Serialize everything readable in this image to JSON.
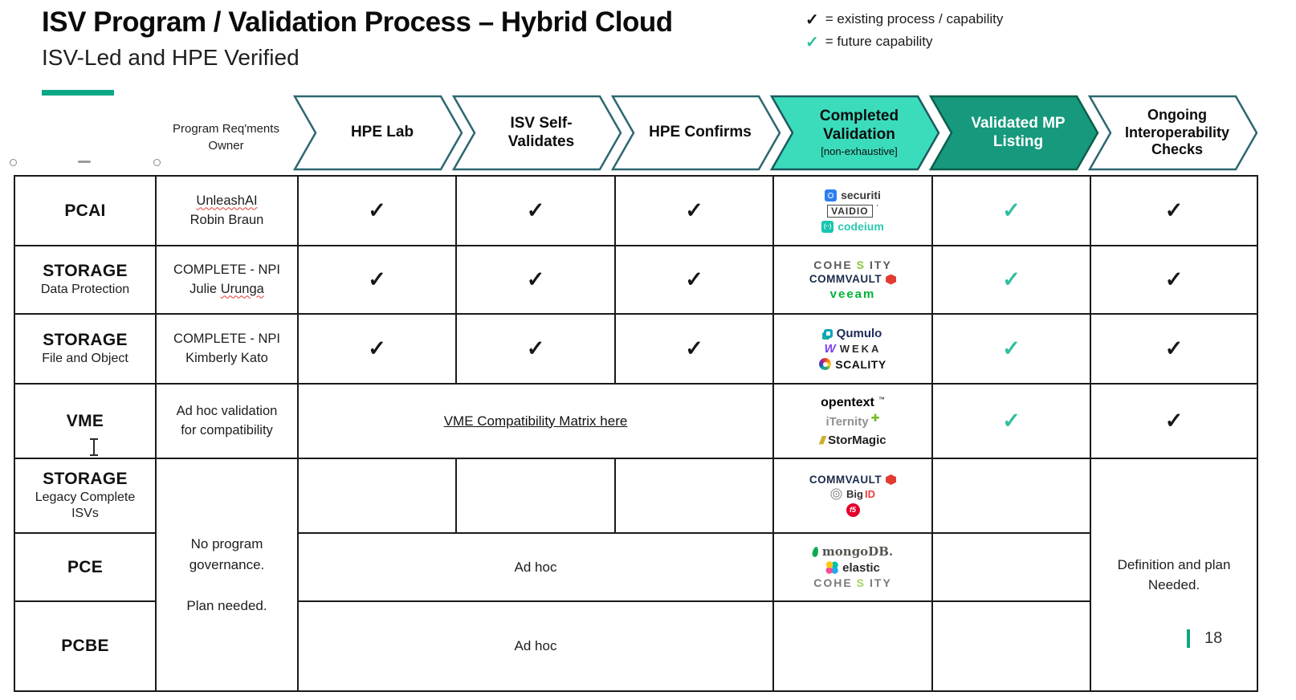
{
  "slide": {
    "title": "ISV Program / Validation Process – Hybrid Cloud",
    "subtitle": "ISV-Led and HPE Verified",
    "page_number": "18",
    "accent_color": "#0ca885"
  },
  "legend": {
    "existing": {
      "glyph": "✓",
      "label": "= existing process / capability"
    },
    "future": {
      "glyph": "✓",
      "label": "= future capability",
      "color": "#2fbfa0"
    }
  },
  "glyphs": {
    "check": "✓"
  },
  "table": {
    "owner_header": "Program Req'ments\nOwner",
    "steps": [
      {
        "label": "HPE Lab"
      },
      {
        "label": "ISV Self-\nValidates"
      },
      {
        "label": "HPE Confirms"
      },
      {
        "label": "Completed\nValidation",
        "sub": "[non-exhaustive]",
        "fill": "#3bdcbc"
      },
      {
        "label": "Validated MP\nListing",
        "fill": "#16997d"
      },
      {
        "label": "Ongoing\nInteroperability\nChecks"
      }
    ],
    "vme_link": "VME Compatibility Matrix here",
    "adhoc": "Ad hoc",
    "governance_note": "No program\ngovernance.\n\nPlan needed.",
    "definition_note": "Definition and plan\nNeeded.",
    "rows": [
      {
        "program": "PCAI",
        "owner_l1": "UnleashAI",
        "owner_l2": "Robin Braun"
      },
      {
        "program": "STORAGE",
        "program_sub": "Data Protection",
        "owner_l1": "COMPLETE - NPI",
        "owner_l2a": "Julie ",
        "owner_l2b": "Urunga"
      },
      {
        "program": "STORAGE",
        "program_sub": "File and Object",
        "owner_l1": "COMPLETE - NPI",
        "owner_l2": "Kimberly Kato"
      },
      {
        "program": "VME",
        "owner_l1": "Ad hoc validation",
        "owner_l2": "for compatibility"
      },
      {
        "program": "STORAGE",
        "program_sub": "Legacy Complete\nISVs"
      },
      {
        "program": "PCE"
      },
      {
        "program": "PCBE"
      }
    ]
  },
  "logos": {
    "securiti": {
      "text": "securiti"
    },
    "vaidio": {
      "text": "VAIDIO",
      "mark": "’"
    },
    "codeium": {
      "icon": "(··)",
      "text": "codeium"
    },
    "cohesity": {
      "p1": "COHE",
      "s": "S",
      "p2": "ITY"
    },
    "commvault": {
      "text": "COMMVAULT"
    },
    "veeam": {
      "text": "veeam"
    },
    "qumulo": {
      "text": "Qumulo"
    },
    "weka": {
      "icon": "W",
      "text": "WEKA"
    },
    "scality": {
      "text": "SCALITY"
    },
    "opentext": {
      "text": "opentext",
      "tm": "™"
    },
    "iternity": {
      "text": "iTernity",
      "icon": "✚"
    },
    "stormagic": {
      "icon": "///",
      "text": "StorMagic"
    },
    "bigid": {
      "p1": "Big",
      "p2": "ID"
    },
    "f5": {
      "text": "f5"
    },
    "mongodb": {
      "text": "mongoDB."
    },
    "elastic": {
      "text": "elastic"
    }
  }
}
